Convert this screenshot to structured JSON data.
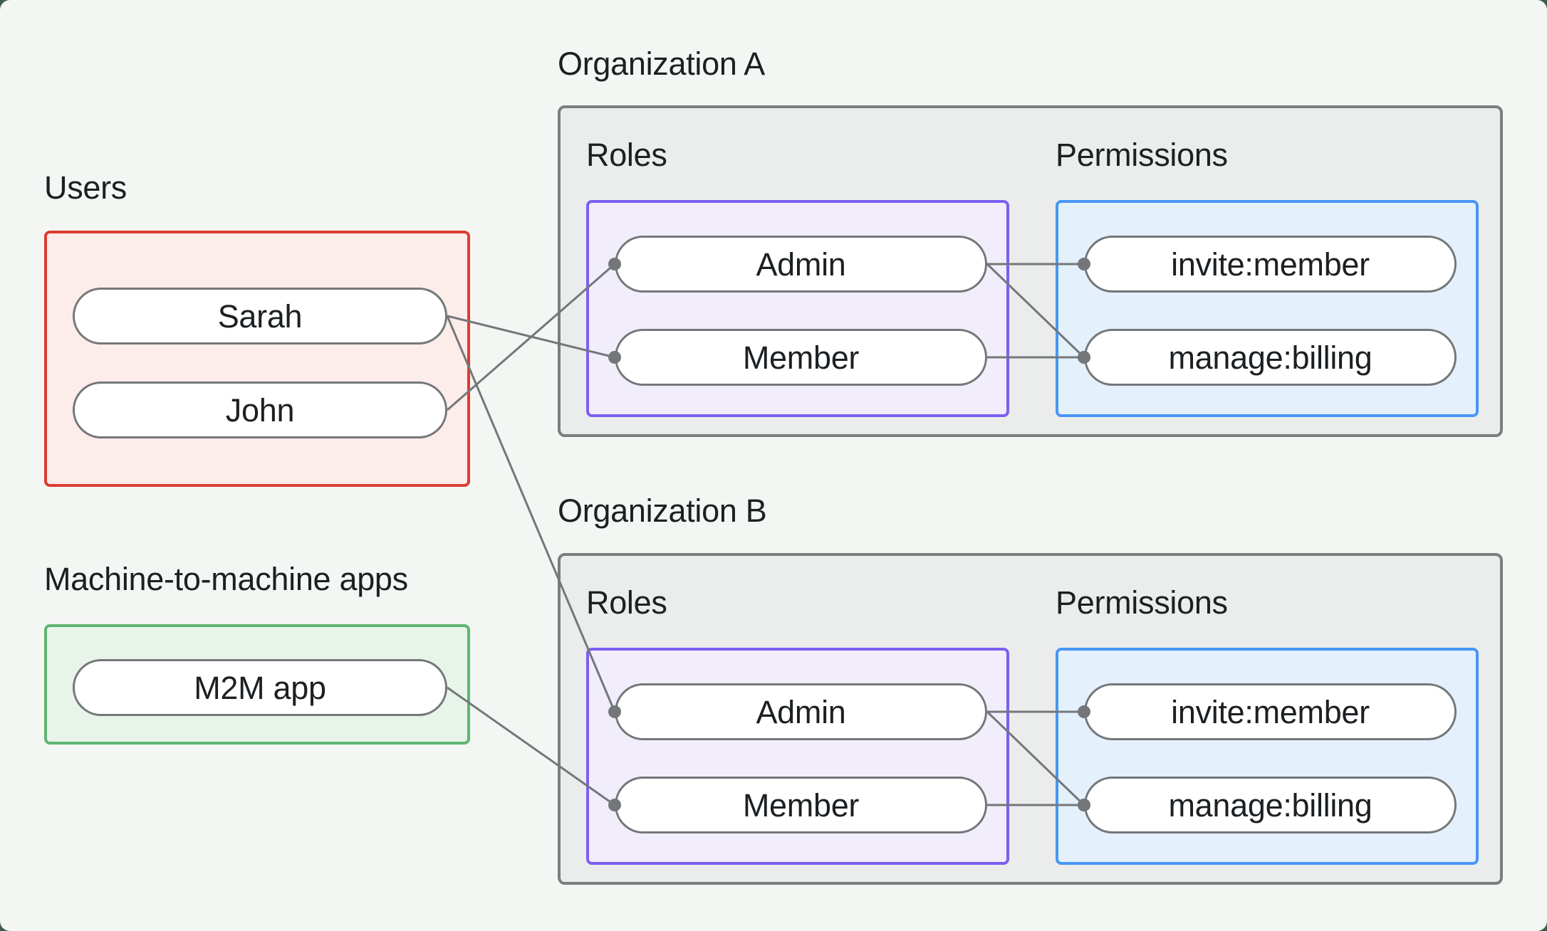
{
  "page": {
    "background_color": "#3f5c4a",
    "panel_color": "#f3f6f3"
  },
  "colors": {
    "text": "#1c2023",
    "connector": "#74777a",
    "pill_border": "#747779",
    "pill_fill": "#ffffff",
    "users_border": "#dd3c31",
    "users_fill": "#fcecea",
    "m2m_border": "#5eb573",
    "m2m_fill": "#e8f4ea",
    "org_border": "#7b7e80",
    "org_fill": "#ebedec",
    "roles_border": "#7b5ff0",
    "roles_fill": "#f2edfb",
    "permissions_border": "#4896f7",
    "permissions_fill": "#e4f0fb"
  },
  "users_group": {
    "label": "Users",
    "members": [
      {
        "id": "user-sarah",
        "label": "Sarah"
      },
      {
        "id": "user-john",
        "label": "John"
      }
    ]
  },
  "m2m_group": {
    "label": "Machine-to-machine apps",
    "members": [
      {
        "id": "m2m-app",
        "label": "M2M app"
      }
    ]
  },
  "org_a": {
    "label": "Organization A",
    "roles_label": "Roles",
    "permissions_label": "Permissions",
    "roles": [
      {
        "id": "org-a-admin",
        "label": "Admin"
      },
      {
        "id": "org-a-member",
        "label": "Member"
      }
    ],
    "permissions": [
      {
        "id": "org-a-invite",
        "label": "invite:member"
      },
      {
        "id": "org-a-billing",
        "label": "manage:billing"
      }
    ]
  },
  "org_b": {
    "label": "Organization B",
    "roles_label": "Roles",
    "permissions_label": "Permissions",
    "roles": [
      {
        "id": "org-b-admin",
        "label": "Admin"
      },
      {
        "id": "org-b-member",
        "label": "Member"
      }
    ],
    "permissions": [
      {
        "id": "org-b-invite",
        "label": "invite:member"
      },
      {
        "id": "org-b-billing",
        "label": "manage:billing"
      }
    ]
  },
  "edges": [
    {
      "from": "user-sarah",
      "to": "org-a-member"
    },
    {
      "from": "user-john",
      "to": "org-a-admin"
    },
    {
      "from": "user-sarah",
      "to": "org-b-admin"
    },
    {
      "from": "m2m-app",
      "to": "org-b-member"
    },
    {
      "from": "org-a-admin",
      "to": "org-a-invite"
    },
    {
      "from": "org-a-admin",
      "to": "org-a-billing"
    },
    {
      "from": "org-a-member",
      "to": "org-a-billing"
    },
    {
      "from": "org-b-admin",
      "to": "org-b-invite"
    },
    {
      "from": "org-b-admin",
      "to": "org-b-billing"
    },
    {
      "from": "org-b-member",
      "to": "org-b-billing"
    }
  ]
}
